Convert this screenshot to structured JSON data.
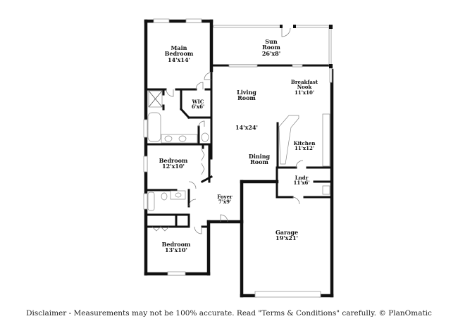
{
  "floorplan": {
    "rooms": [
      {
        "id": "main-bedroom",
        "name_line1": "Main",
        "name_line2": "Bedroom",
        "dims": "14'x14'"
      },
      {
        "id": "sun-room",
        "name_line1": "Sun",
        "name_line2": "Room",
        "dims": "26'x8'"
      },
      {
        "id": "breakfast-nook",
        "name_line1": "Breakfast",
        "name_line2": "Nook",
        "dims": "11'x10'"
      },
      {
        "id": "living-room",
        "name_line1": "Living",
        "name_line2": "Room",
        "dims": "14'x24'"
      },
      {
        "id": "wic",
        "name_line1": "WIC",
        "dims": "6'x6'"
      },
      {
        "id": "kitchen",
        "name_line1": "Kitchen",
        "dims": "11'x12'"
      },
      {
        "id": "bedroom-2",
        "name_line1": "Bedroom",
        "dims": "12'x10'"
      },
      {
        "id": "dining-room",
        "name_line1": "Dining",
        "name_line2": "Room"
      },
      {
        "id": "laundry",
        "name_line1": "Lndr",
        "dims": "11'x6'"
      },
      {
        "id": "foyer",
        "name_line1": "Foyer",
        "dims": "7'x9'"
      },
      {
        "id": "garage",
        "name_line1": "Garage",
        "dims": "19'x21'"
      },
      {
        "id": "bedroom-3",
        "name_line1": "Bedroom",
        "dims": "13'x10'"
      }
    ]
  },
  "footer": {
    "disclaimer": "Disclaimer - Measurements may not be 100% accurate. Read \"Terms & Conditions\" carefully. © PlanOmatic"
  }
}
